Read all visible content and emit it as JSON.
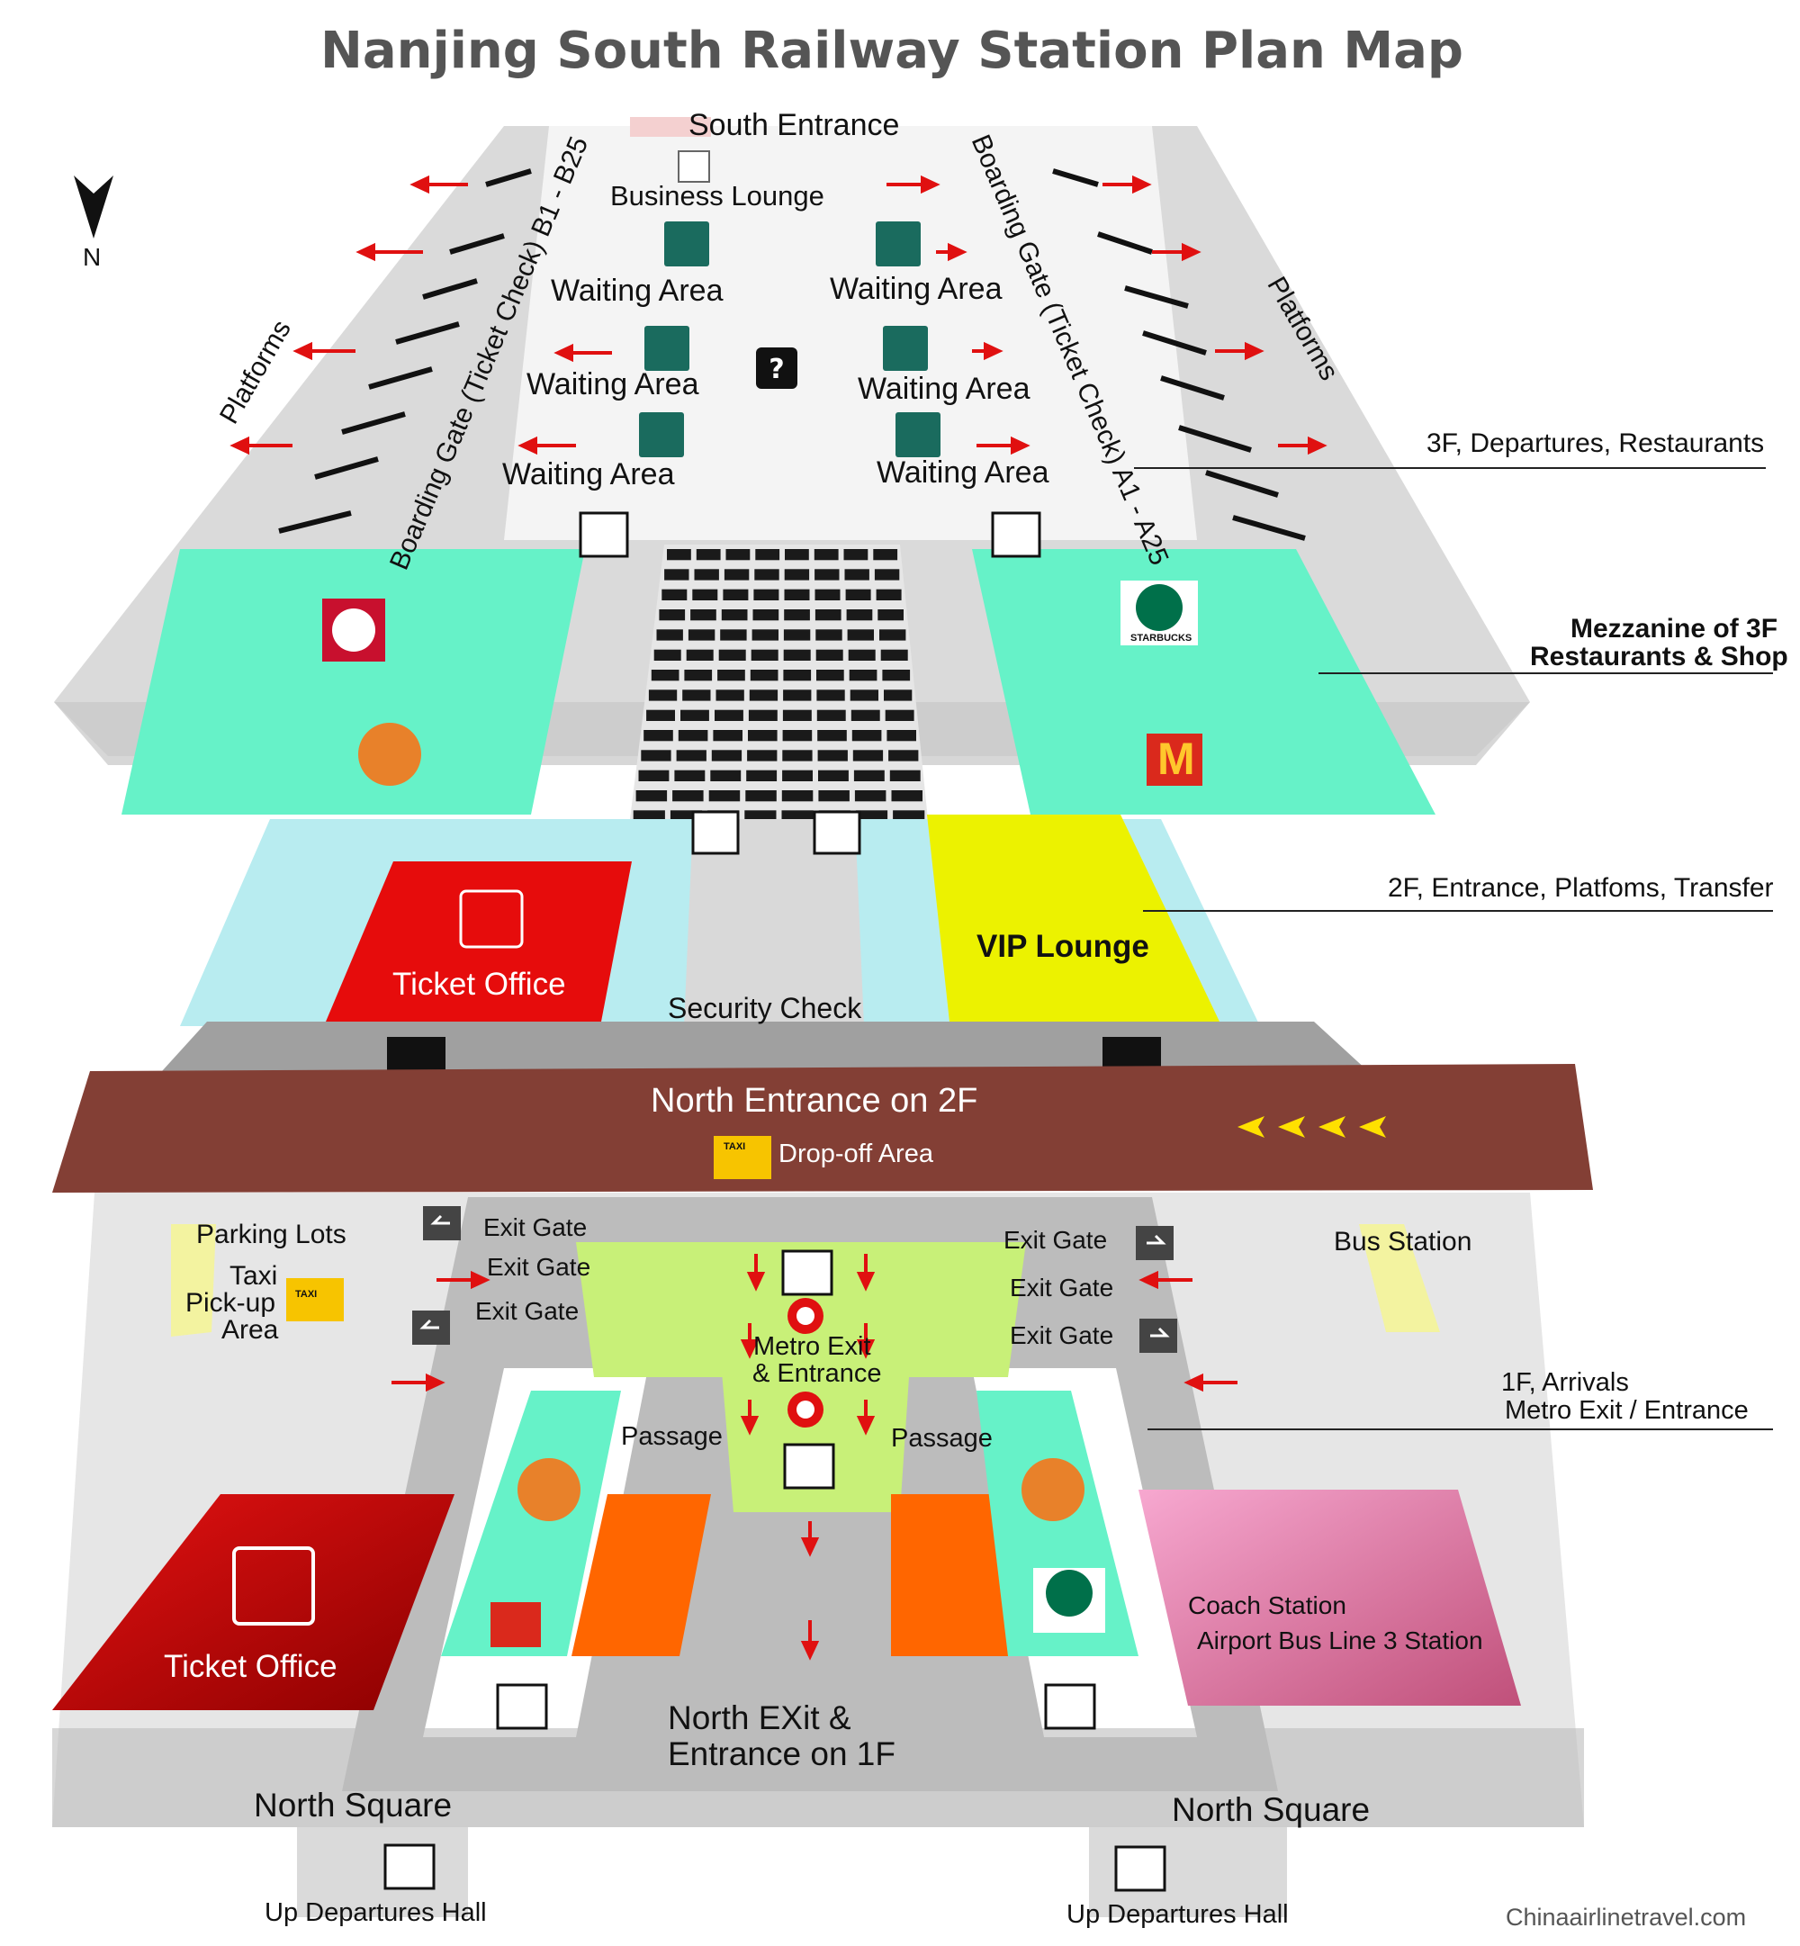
{
  "title": "Nanjing South Railway Station Plan Map",
  "compass": {
    "label": "N"
  },
  "watermark": "Chinaairlinetravel.com",
  "floors": {
    "f3": {
      "caption": "3F, Departures, Restaurants",
      "south_entrance": "South Entrance",
      "business_lounge": "Business Lounge",
      "waiting_area": "Waiting Area",
      "gate_left": "Boarding Gate (Ticket Check) B1 - B25",
      "gate_right": "Boarding Gate (Ticket Check) A1 - A25",
      "platforms": "Platforms"
    },
    "mezzanine": {
      "caption_line1": "Mezzanine of 3F",
      "caption_line2": "Restaurants & Shop",
      "kfc": "KFC",
      "starbucks": "STARBUCKS",
      "mcdonalds": "M"
    },
    "f2": {
      "caption": "2F, Entrance, Platfoms, Transfer",
      "ticket_office": "Ticket Office",
      "security_check": "Security Check",
      "vip_lounge": "VIP Lounge",
      "north_entrance": "North Entrance on 2F",
      "drop_off": "Drop-off Area"
    },
    "f1": {
      "caption_line1": "1F, Arrivals",
      "caption_line2": "Metro Exit / Entrance",
      "parking_lots": "Parking Lots",
      "taxi_line1": "Taxi",
      "taxi_line2": "Pick-up",
      "taxi_line3": "Area",
      "exit_gate": "Exit Gate",
      "bus_station": "Bus Station",
      "metro_line1": "Metro Exit",
      "metro_line2": "& Entrance",
      "passage": "Passage",
      "ticket_office": "Ticket Office",
      "coach_station": "Coach Station",
      "airport_bus": "Airport Bus Line 3 Station",
      "north_exit_line1": "North EXit &",
      "north_exit_line2": "Entrance on 1F",
      "north_square": "North Square",
      "up_departures": "Up Departures Hall",
      "taxi_sign": "TAXI"
    }
  },
  "colors": {
    "floor_grey": "#dcdcdc",
    "mint": "#66f2c8",
    "red": "#e01010",
    "yellow": "#f0f000",
    "brown": "#833f35",
    "lime": "#c8f078",
    "orange": "#ff6600",
    "pink": "#f09cc8",
    "cyan": "#b8ecf0",
    "dark": "#111111",
    "arrow_red": "#e01010",
    "icon_teal": "#1a6b5e"
  }
}
